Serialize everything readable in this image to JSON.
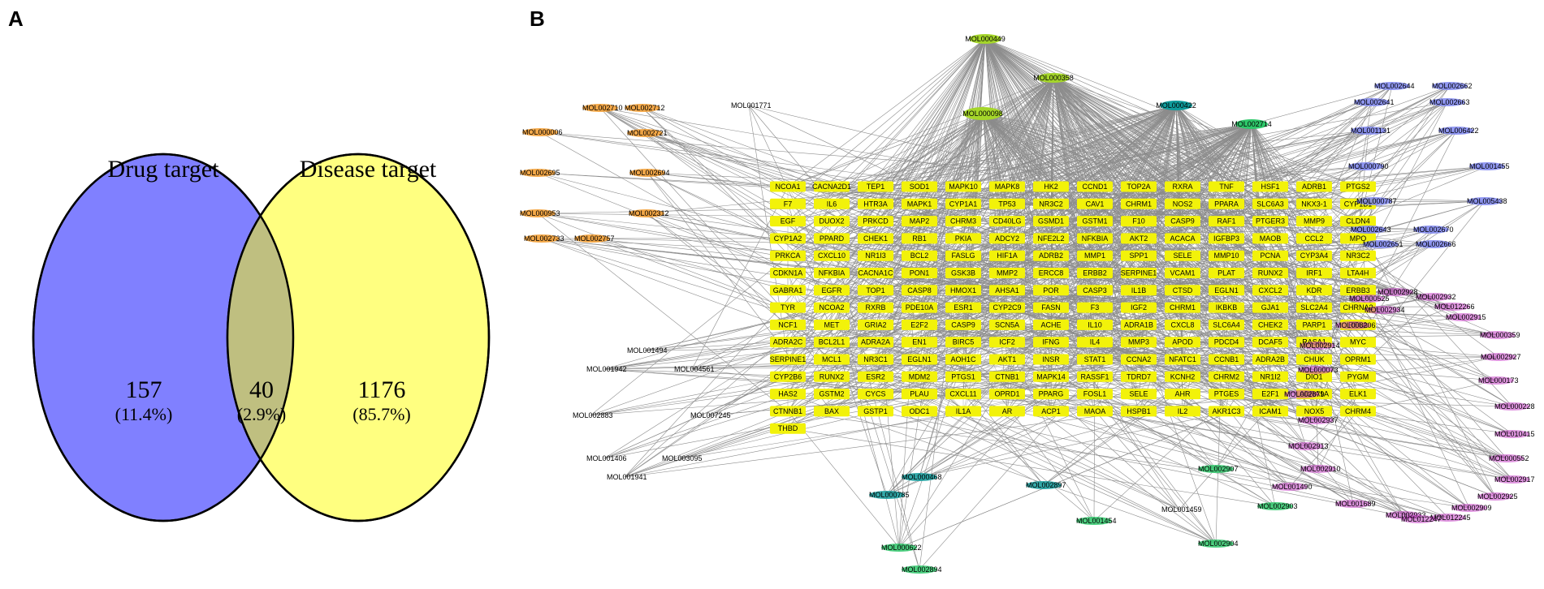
{
  "panels": {
    "a": "A",
    "b": "B"
  },
  "venn": {
    "drug_label": "Drug target",
    "disease_label": "Disease target",
    "left": {
      "count": "157",
      "pct": "(11.4%)"
    },
    "overlap": {
      "count": "40",
      "pct": "(2.9%)"
    },
    "right": {
      "count": "1176",
      "pct": "(85.7%)"
    },
    "colors": {
      "left": "#8080ff",
      "right": "#ffff80",
      "overlap": "#bfbf80"
    }
  },
  "network": {
    "colors": {
      "edge": "#8c8c8c",
      "target": "#f2f20a",
      "hub": "#a5d62a",
      "orange": "#f29a2a",
      "blue": "#7e86f0",
      "magenta": "#c640c6",
      "teal": "#0f9b9b",
      "green": "#2ec86a"
    },
    "hubs": [
      "MOL000449",
      "MOL000358",
      "MOL000098",
      "MOL000422",
      "MOL002714"
    ],
    "target_rows": [
      [
        "NCOA1",
        "CACNA2D1",
        "TEP1",
        "SOD1",
        "MAPK10",
        "MAPK8",
        "HK2",
        "CCND1",
        "TOP2A",
        "RXRA",
        "TNF",
        "HSF1",
        "ADRB1",
        "PTGS2"
      ],
      [
        "F7",
        "IL6",
        "HTR3A",
        "MAPK1",
        "CYP1A1",
        "TP53",
        "NR3C2",
        "CAV1",
        "CHRM1",
        "NOS2",
        "PPARA",
        "SLC6A3",
        "NKX3-1",
        "CYP1B1"
      ],
      [
        "EGF",
        "DUOX2",
        "PRKCD",
        "MAP2",
        "CHRM3",
        "CD40LG",
        "GSMD1",
        "GSTM1",
        "F10",
        "CASP9",
        "RAF1",
        "PTGER3",
        "MMP9",
        "CLDN4"
      ],
      [
        "CYP1A2",
        "PPARD",
        "CHEK1",
        "RB1",
        "PKIA",
        "ADCY2",
        "NFE2L2",
        "NFKBIA",
        "AKT2",
        "ACACA",
        "IGFBP3",
        "MAOB",
        "CCL2",
        "MPO"
      ],
      [
        "PRKCA",
        "CXCL10",
        "NR1I3",
        "BCL2",
        "FASLG",
        "HIF1A",
        "ADRB2",
        "MMP1",
        "SPP1",
        "SELE",
        "MMP10",
        "PCNA",
        "CYP3A4",
        "NR3C2"
      ],
      [
        "CDKN1A",
        "NFKBIA",
        "CACNA1C",
        "PON1",
        "GSK3B",
        "MMP2",
        "ERCC8",
        "ERBB2",
        "SERPINE1",
        "VCAM1",
        "PLAT",
        "RUNX2",
        "IRF1",
        "LTA4H"
      ],
      [
        "GABRA1",
        "EGFR",
        "TOP1",
        "CASP8",
        "HMOX1",
        "AHSA1",
        "POR",
        "CASP3",
        "IL1B",
        "CTSD",
        "EGLN1",
        "CXCL2",
        "KDR",
        "ERBB3"
      ],
      [
        "TYR",
        "NCOA2",
        "RXRB",
        "PDE10A",
        "ESR1",
        "CYP2C9",
        "FASN",
        "F3",
        "IGF2",
        "CHRM1",
        "IKBKB",
        "GJA1",
        "SLC2A4",
        "CHRNA2"
      ],
      [
        "NCF1",
        "MET",
        "GRIA2",
        "E2F2",
        "CASP9",
        "SCN5A",
        "ACHE",
        "IL10",
        "ADRA1B",
        "CXCL8",
        "SLC6A4",
        "CHEK2",
        "PARP1",
        "RELA"
      ],
      [
        "ADRA2C",
        "BCL2L1",
        "ADRA2A",
        "EN1",
        "BIRC5",
        "ICF2",
        "IFNG",
        "IL4",
        "MMP3",
        "APOD",
        "PDCD4",
        "DCAF5",
        "RASA1",
        "MYC"
      ],
      [
        "SERPINE1",
        "MCL1",
        "NR3C1",
        "EGLN1",
        "AOH1C",
        "AKT1",
        "INSR",
        "STAT1",
        "CCNA2",
        "NFATC1",
        "CCNB1",
        "ADRA2B",
        "CHUK",
        "OPRM1"
      ],
      [
        "CYP2B6",
        "RUNX2",
        "ESR2",
        "MDM2",
        "PTGS1",
        "CTNB1",
        "MAPK14",
        "RASSF1",
        "TDRD7",
        "KCNH2",
        "CHRM2",
        "NR1I2",
        "DIO1",
        "PYGM"
      ],
      [
        "HAS2",
        "GSTM2",
        "CYCS",
        "PLAU",
        "CXCL11",
        "OPRD1",
        "PPARG",
        "FOSL1",
        "SELE",
        "AHR",
        "PTGES",
        "E2F1",
        "ADRA1A",
        "ELK1"
      ],
      [
        "CTNNB1",
        "BAX",
        "GSTP1",
        "ODC1",
        "IL1A",
        "AR",
        "ACP1",
        "MAOA",
        "HSPB1",
        "IL2",
        "AKR1C3",
        "ICAM1",
        "NOX5",
        "CHRM4"
      ],
      [
        "THBD"
      ]
    ],
    "nodes": [
      {
        "label": "MOL002710",
        "group": "orange"
      },
      {
        "label": "MOL002712",
        "group": "orange"
      },
      {
        "label": "MOL002721",
        "group": "orange"
      },
      {
        "label": "MOL000006",
        "group": "orange"
      },
      {
        "label": "MOL002695",
        "group": "orange"
      },
      {
        "label": "MOL002694",
        "group": "orange"
      },
      {
        "label": "MOL000953",
        "group": "orange"
      },
      {
        "label": "MOL002312",
        "group": "orange"
      },
      {
        "label": "MOL002733",
        "group": "orange"
      },
      {
        "label": "MOL002757",
        "group": "orange"
      },
      {
        "label": "MOL001771",
        "group": "plain"
      },
      {
        "label": "MOL002644",
        "group": "blue"
      },
      {
        "label": "MOL002662",
        "group": "blue"
      },
      {
        "label": "MOL002641",
        "group": "blue"
      },
      {
        "label": "MOL002663",
        "group": "blue"
      },
      {
        "label": "MOL001131",
        "group": "blue"
      },
      {
        "label": "MOL006422",
        "group": "blue"
      },
      {
        "label": "MOL000790",
        "group": "blue"
      },
      {
        "label": "MOL001455",
        "group": "blue"
      },
      {
        "label": "MOL000787",
        "group": "blue"
      },
      {
        "label": "MOL005438",
        "group": "blue"
      },
      {
        "label": "MOL002643",
        "group": "blue"
      },
      {
        "label": "MOL002670",
        "group": "blue"
      },
      {
        "label": "MOL002651",
        "group": "blue"
      },
      {
        "label": "MOL002666",
        "group": "blue"
      },
      {
        "label": "MOL002928",
        "group": "magenta"
      },
      {
        "label": "MOL002932",
        "group": "magenta"
      },
      {
        "label": "MOL000525",
        "group": "magenta"
      },
      {
        "label": "MOL012266",
        "group": "magenta"
      },
      {
        "label": "MOL002934",
        "group": "magenta"
      },
      {
        "label": "MOL002915",
        "group": "magenta"
      },
      {
        "label": "MOL008206",
        "group": "magenta"
      },
      {
        "label": "MOL000359",
        "group": "magenta"
      },
      {
        "label": "MOL002914",
        "group": "magenta"
      },
      {
        "label": "MOL002927",
        "group": "magenta"
      },
      {
        "label": "MOL000073",
        "group": "magenta"
      },
      {
        "label": "MOL000173",
        "group": "magenta"
      },
      {
        "label": "MOL002879",
        "group": "magenta"
      },
      {
        "label": "MOL000228",
        "group": "magenta"
      },
      {
        "label": "MOL002937",
        "group": "magenta"
      },
      {
        "label": "MOL010415",
        "group": "magenta"
      },
      {
        "label": "MOL002913",
        "group": "magenta"
      },
      {
        "label": "MOL000552",
        "group": "magenta"
      },
      {
        "label": "MOL002910",
        "group": "magenta"
      },
      {
        "label": "MOL002917",
        "group": "magenta"
      },
      {
        "label": "MOL001490",
        "group": "magenta"
      },
      {
        "label": "MOL002925",
        "group": "magenta"
      },
      {
        "label": "MOL001689",
        "group": "magenta"
      },
      {
        "label": "MOL002909",
        "group": "magenta"
      },
      {
        "label": "MOL002933",
        "group": "magenta"
      },
      {
        "label": "MOL012245",
        "group": "magenta"
      },
      {
        "label": "MOL012247",
        "group": "magenta"
      },
      {
        "label": "MOL001494",
        "group": "plain"
      },
      {
        "label": "MOL001942",
        "group": "plain"
      },
      {
        "label": "MOL004561",
        "group": "plain"
      },
      {
        "label": "MOL002883",
        "group": "plain"
      },
      {
        "label": "MOL007245",
        "group": "plain"
      },
      {
        "label": "MOL001406",
        "group": "plain"
      },
      {
        "label": "MOL003095",
        "group": "plain"
      },
      {
        "label": "MOL001941",
        "group": "plain"
      },
      {
        "label": "MOL000785",
        "group": "teal"
      },
      {
        "label": "MOL000468",
        "group": "teal"
      },
      {
        "label": "MOL002897",
        "group": "teal"
      },
      {
        "label": "MOL002907",
        "group": "green"
      },
      {
        "label": "MOL001459",
        "group": "plain"
      },
      {
        "label": "MOL002903",
        "group": "green"
      },
      {
        "label": "MOL001454",
        "group": "green"
      },
      {
        "label": "MOL002904",
        "group": "green"
      },
      {
        "label": "MOL000622",
        "group": "green"
      },
      {
        "label": "MOL002894",
        "group": "green"
      }
    ]
  }
}
